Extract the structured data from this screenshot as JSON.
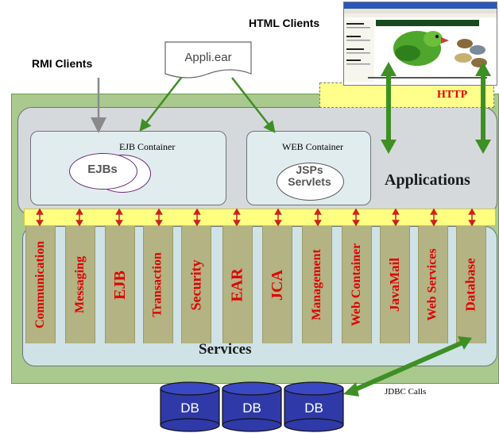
{
  "labels": {
    "rmi_clients": "RMI Clients",
    "html_clients": "HTML Clients",
    "appli_ear": "Appli.ear",
    "http": "HTTP",
    "ejb_container": "EJB Container",
    "web_container": "WEB Container",
    "ejbs": "EJBs",
    "jsps_servlets_line1": "JSPs",
    "jsps_servlets_line2": "Servlets",
    "applications": "Applications",
    "services": "Services",
    "jdbc_calls": "JDBC Calls"
  },
  "services_columns": [
    "Communication",
    "Messaging",
    "EJB",
    "Transaction",
    "Security",
    "EAR",
    "JCA",
    "Management",
    "Web Container",
    "JavaMail",
    "Web Services",
    "Database"
  ],
  "databases": [
    "DB",
    "DB",
    "DB"
  ],
  "colors": {
    "frame_green": "#a9c98f",
    "service_text": "#e00000",
    "arrow_green": "#3e8f24",
    "db_blue": "#2f3aa8",
    "connector_red": "#cc2222"
  },
  "icons": {
    "browser_thumbnail": "browser-screenshot-icon",
    "parrot": "parrot-icon",
    "document": "document-icon",
    "database": "database-cylinder-icon"
  }
}
